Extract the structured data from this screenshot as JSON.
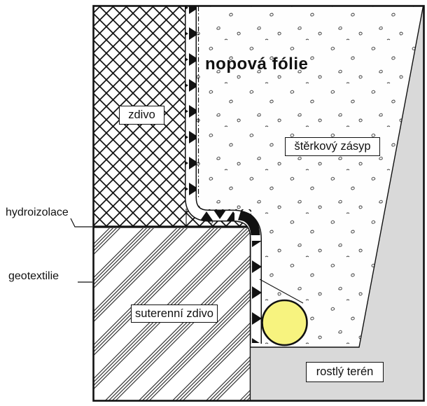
{
  "diagram": {
    "labels": {
      "wall": "zdivo",
      "dimple_membrane": "nopová fólie",
      "gravel_backfill": "štěrkový zásyp",
      "waterproofing": "hydroizolace",
      "geotextile": "geotextilie",
      "basement_wall": "suterenní zdivo",
      "natural_terrain": "rostlý terén"
    },
    "colors": {
      "drain_pipe_fill": "#f7f37f",
      "terrain_fill": "#d9d9d9",
      "line": "#111111",
      "background": "#ffffff"
    }
  }
}
